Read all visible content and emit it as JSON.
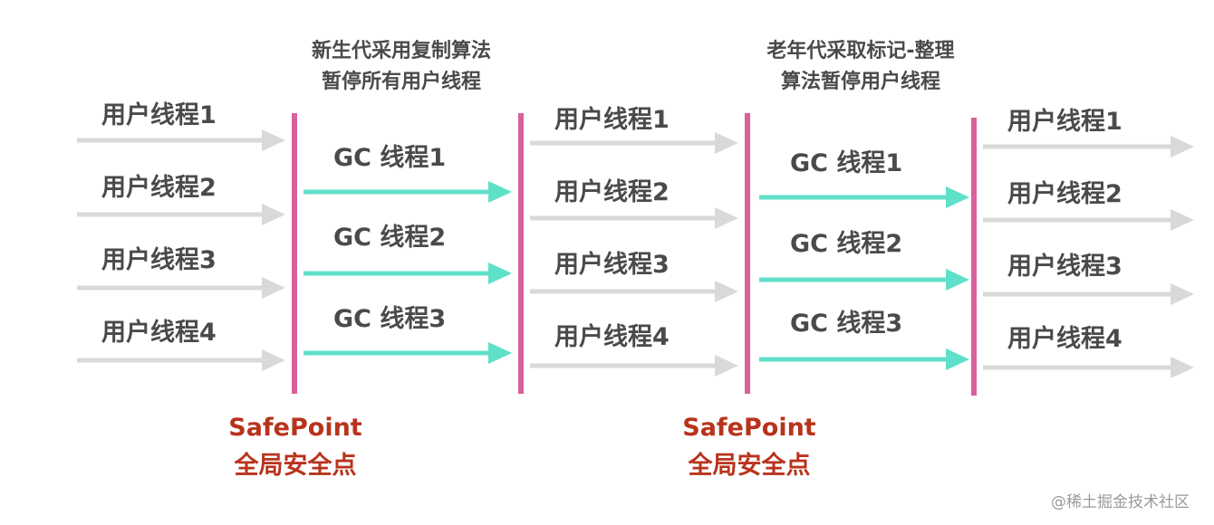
{
  "phases": [
    {
      "line1": "新生代采用复制算法",
      "line2": "暂停所有用户线程"
    },
    {
      "line1": "老年代采取标记-整理",
      "line2": "算法暂停用户线程"
    }
  ],
  "user_threads": [
    "用户线程1",
    "用户线程2",
    "用户线程3",
    "用户线程4"
  ],
  "gc_threads": [
    "GC 线程1",
    "GC 线程2",
    "GC 线程3"
  ],
  "safepoints": [
    {
      "title": "SafePoint",
      "subtitle": "全局安全点"
    },
    {
      "title": "SafePoint",
      "subtitle": "全局安全点"
    }
  ],
  "watermark": "@稀土掘金技术社区",
  "colors": {
    "user_arrow": "#d9d9d9",
    "gc_arrow": "#5fe0c8",
    "safepoint_line": "#d9609d",
    "safepoint_text": "#b8331c",
    "label_text": "#4a4a4a"
  }
}
